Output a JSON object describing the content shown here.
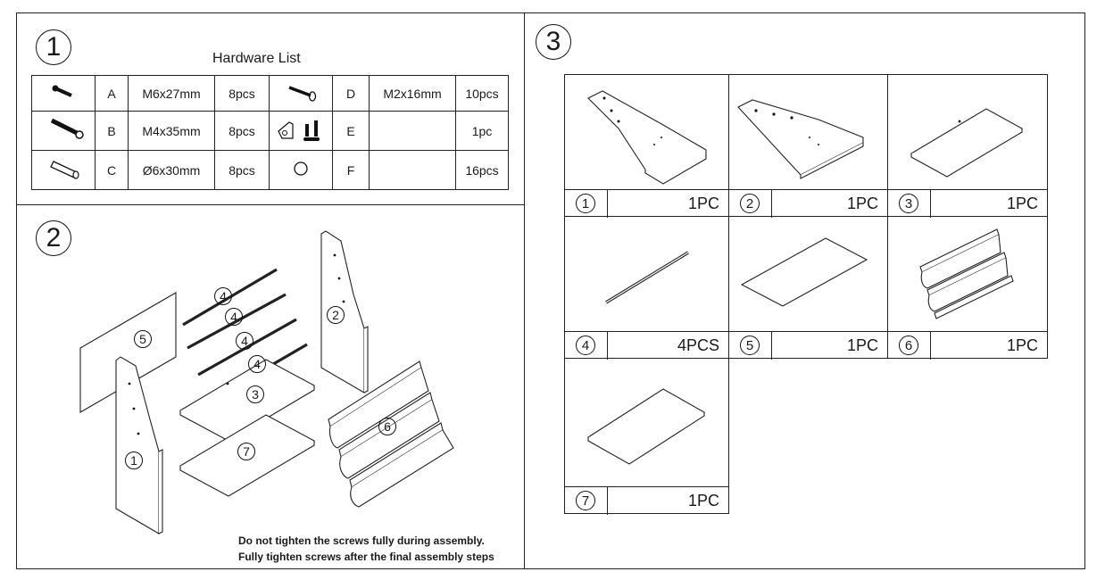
{
  "sections": {
    "one": "1",
    "two": "2",
    "three": "3"
  },
  "hardware": {
    "title": "Hardware List",
    "rows": [
      {
        "letter": "A",
        "size": "M6x27mm",
        "qty": "8pcs",
        "icon": "bolt-icon",
        "letter2": "D",
        "size2": "M2x16mm",
        "qty2": "10pcs",
        "icon2": "small-screw-icon"
      },
      {
        "letter": "B",
        "size": "M4x35mm",
        "qty": "8pcs",
        "icon": "wood-screw-icon",
        "letter2": "E",
        "size2": "",
        "qty2": "1pc",
        "icon2": "wall-bracket-icon"
      },
      {
        "letter": "C",
        "size": "Ø6x30mm",
        "qty": "8pcs",
        "icon": "dowel-icon",
        "letter2": "F",
        "size2": "",
        "qty2": "16pcs",
        "icon2": "cap-icon"
      }
    ]
  },
  "assembly": {
    "part_labels": [
      "5",
      "4",
      "4",
      "4",
      "4",
      "2",
      "3",
      "1",
      "7",
      "6"
    ],
    "note_line1": "Do not tighten the screws fully during assembly.",
    "note_line2": "Fully tighten screws after the final assembly steps"
  },
  "parts": [
    {
      "num": "1",
      "qty": "1PC"
    },
    {
      "num": "2",
      "qty": "1PC"
    },
    {
      "num": "3",
      "qty": "1PC"
    },
    {
      "num": "4",
      "qty": "4PCS"
    },
    {
      "num": "5",
      "qty": "1PC"
    },
    {
      "num": "6",
      "qty": "1PC"
    },
    {
      "num": "7",
      "qty": "1PC"
    }
  ]
}
